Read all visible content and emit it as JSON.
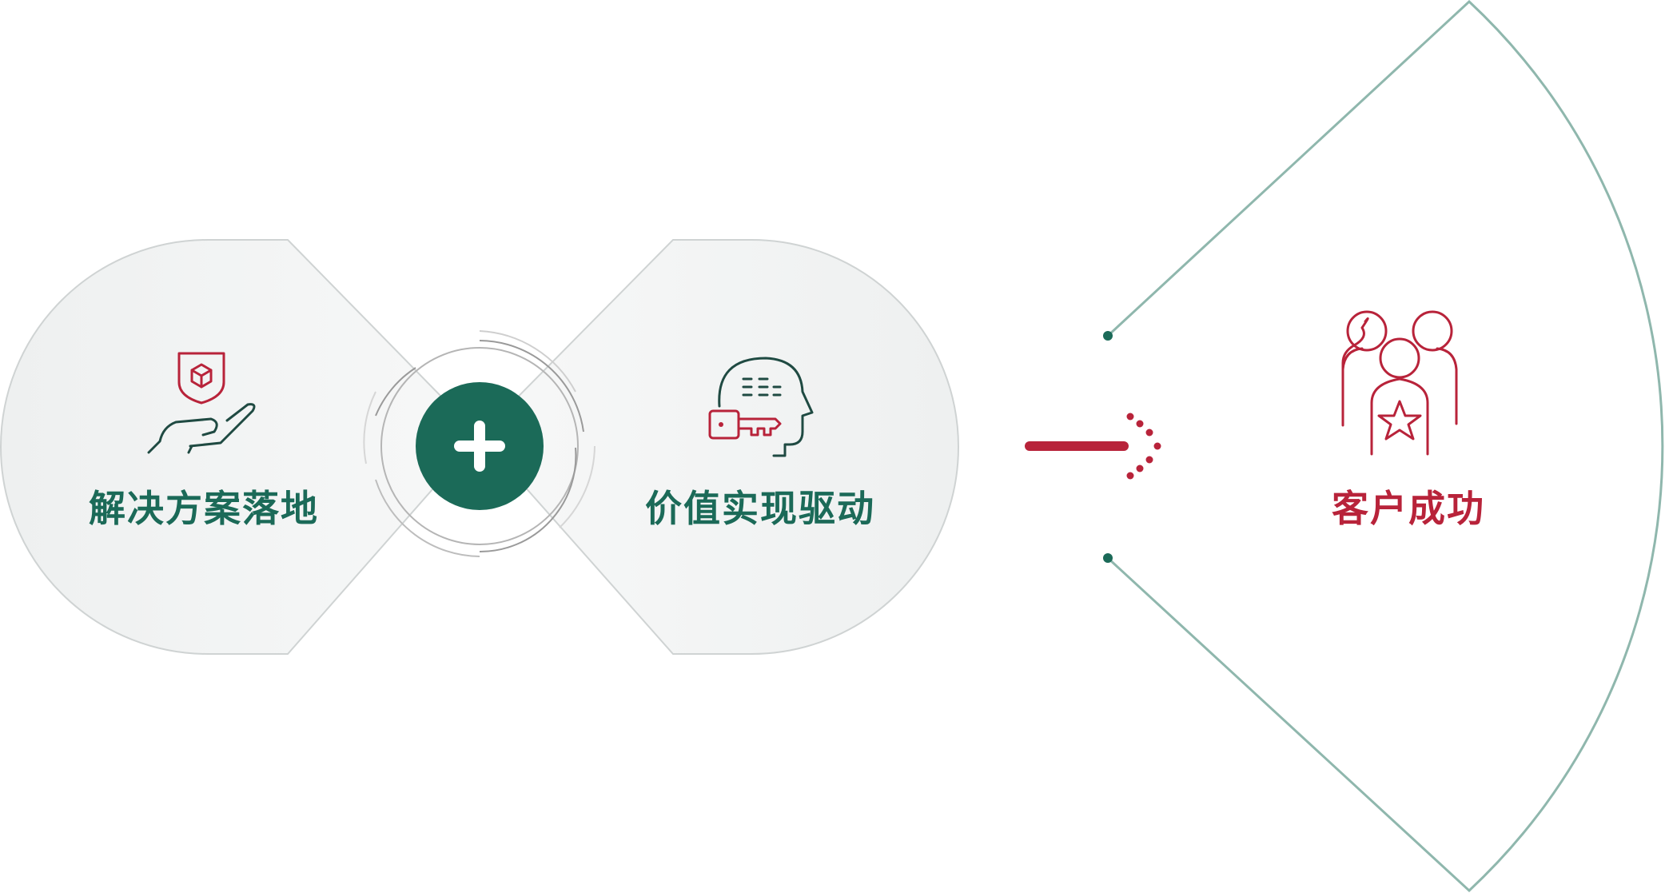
{
  "left_block": {
    "label": "解决方案落地",
    "icon": "hand-holding-shield-icon"
  },
  "right_block": {
    "label": "价值实现驱动",
    "icon": "head-with-key-icon"
  },
  "center": {
    "icon": "plus-icon"
  },
  "flow": {
    "icon": "arrow-right-icon"
  },
  "result": {
    "label": "客户成功",
    "icon": "team-with-star-icon"
  },
  "colors": {
    "primary_green": "#1b6a58",
    "accent_red": "#b8233a",
    "fan_outline": "#8fb7ad",
    "block_fill": "#f0f2f2",
    "block_stroke": "#cfd3d3"
  }
}
